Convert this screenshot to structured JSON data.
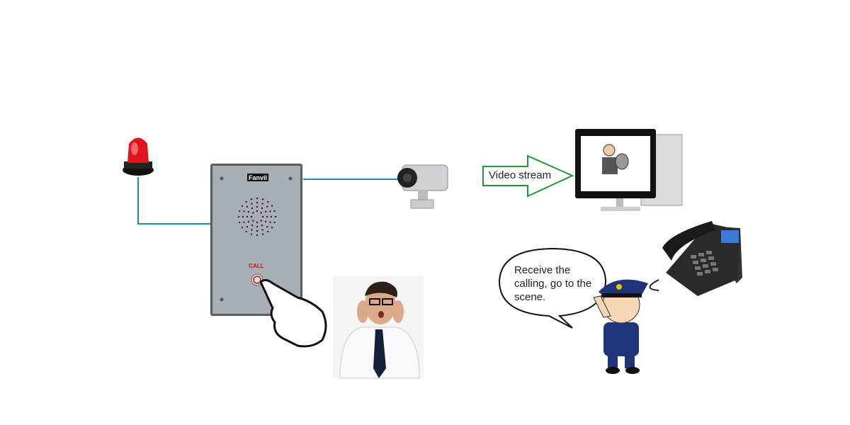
{
  "diagram": {
    "video_stream_label": "Video stream",
    "speech_bubble_text": "Receive the calling, go to the scene.",
    "intercom_brand": "Fanvil",
    "call_button_label": "CALL",
    "colors": {
      "connector": "#1b86c4",
      "arrow": "#1f9a2e",
      "panel": "#a9aeb5",
      "siren": "#e0141c"
    }
  }
}
